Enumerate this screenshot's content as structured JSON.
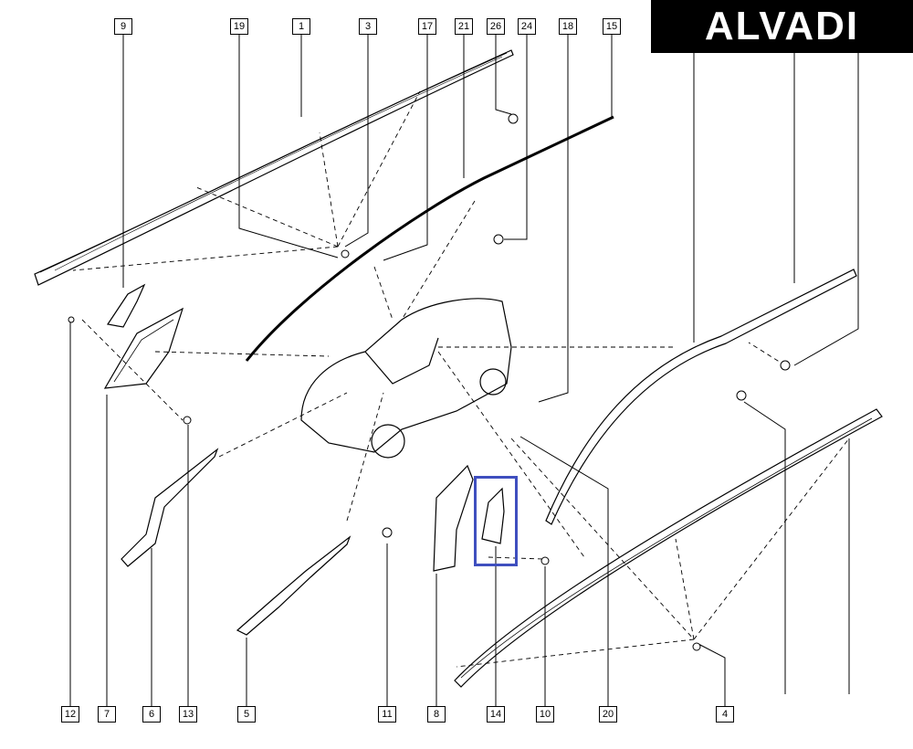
{
  "brand": {
    "logo_text": "ALVADI"
  },
  "callouts": [
    {
      "id": "c9",
      "label": "9"
    },
    {
      "id": "c19",
      "label": "19"
    },
    {
      "id": "c1",
      "label": "1"
    },
    {
      "id": "c3",
      "label": "3"
    },
    {
      "id": "c17",
      "label": "17"
    },
    {
      "id": "c21",
      "label": "21"
    },
    {
      "id": "c26",
      "label": "26"
    },
    {
      "id": "c24",
      "label": "24"
    },
    {
      "id": "c18",
      "label": "18"
    },
    {
      "id": "c15",
      "label": "15"
    },
    {
      "id": "c12",
      "label": "12"
    },
    {
      "id": "c7",
      "label": "7"
    },
    {
      "id": "c6",
      "label": "6"
    },
    {
      "id": "c13",
      "label": "13"
    },
    {
      "id": "c5",
      "label": "5"
    },
    {
      "id": "c11",
      "label": "11"
    },
    {
      "id": "c8",
      "label": "8"
    },
    {
      "id": "c14",
      "label": "14"
    },
    {
      "id": "c10",
      "label": "10"
    },
    {
      "id": "c20",
      "label": "20"
    },
    {
      "id": "c4",
      "label": "4"
    }
  ],
  "highlight": {
    "part_label": "14",
    "color": "#3f4fbf"
  }
}
